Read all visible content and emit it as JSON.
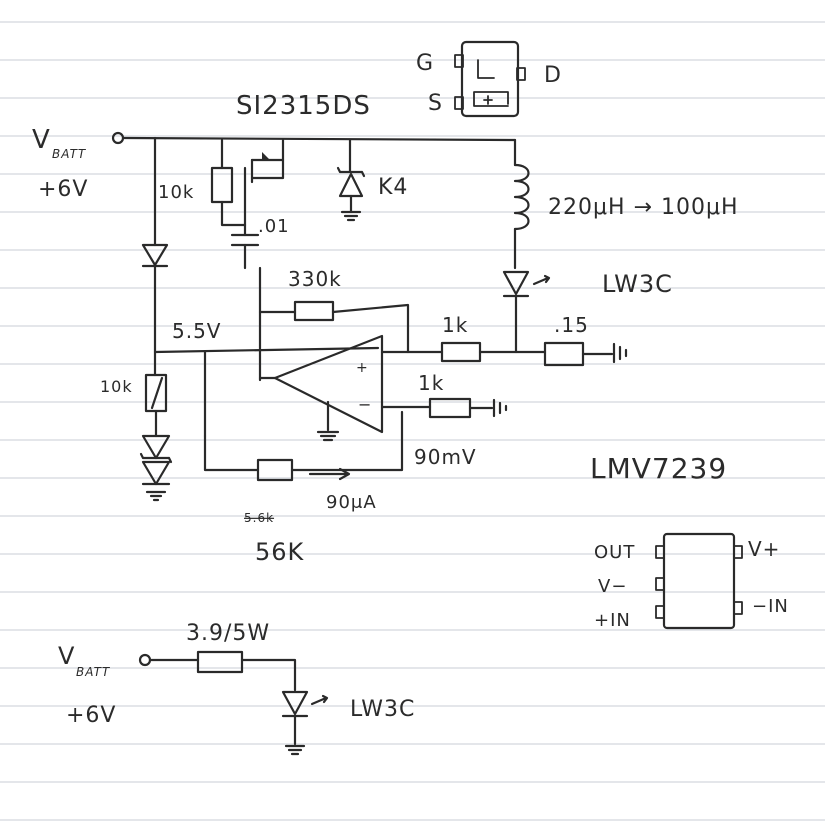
{
  "labels": {
    "pin_g": "G",
    "pin_s": "S",
    "pin_d": "D",
    "mosfet_part": "SI2315DS",
    "vbatt_v": "V",
    "vbatt_sub": "BATT",
    "vbatt_voltage": "+6V",
    "r_10k_top": "10k",
    "cap_01": ".01",
    "diode_k4": "K4",
    "inductor_value": "220μH → 100μH",
    "led_lw3c": "LW3C",
    "r_330k": "330k",
    "node_5v5": "5.5V",
    "r_1k_out": "1k",
    "r_sense": ".15",
    "r_10k_zener": "10k",
    "r_1k_in": "1k",
    "v_90mv": "90mV",
    "i_90ua": "90μA",
    "r_56k": "56K",
    "opamp_part": "LMV7239",
    "pin_out": "OUT",
    "pin_vplus": "V+",
    "pin_vminus": "V−",
    "pin_plus_in": "+IN",
    "pin_minus_in": "−IN",
    "r_3v9": "3.9/5W",
    "vbatt2_v": "V",
    "vbatt2_sub": "BATT",
    "vbatt2_voltage": "+6V",
    "led2_lw3c": "LW3C",
    "opamp_plus": "+",
    "opamp_minus": "−"
  }
}
